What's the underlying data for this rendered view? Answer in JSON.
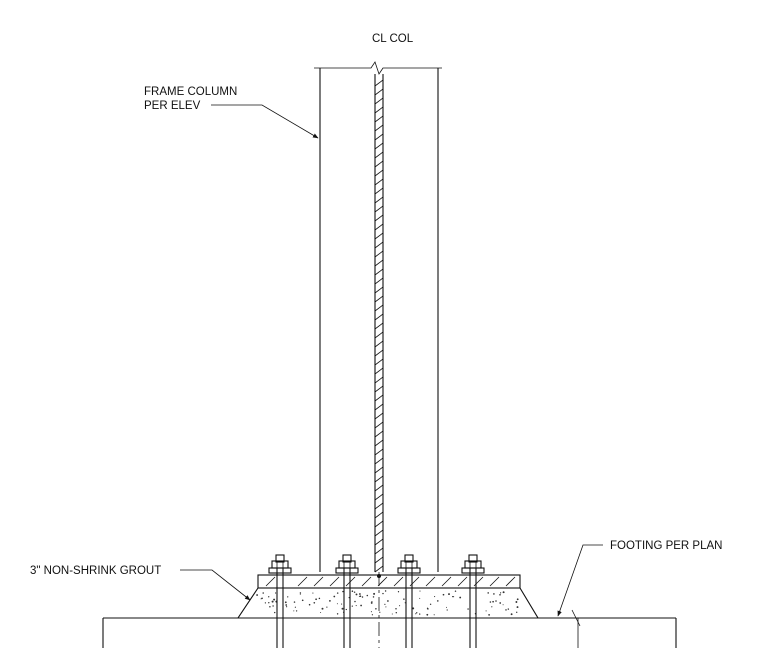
{
  "labels": {
    "centerline": "CL COL",
    "frame_column_line1": "FRAME COLUMN",
    "frame_column_line2": "PER ELEV",
    "grout": "3\" NON-SHRINK GROUT",
    "footing": "FOOTING PER PLAN"
  },
  "anchor_bolt_count": 4
}
